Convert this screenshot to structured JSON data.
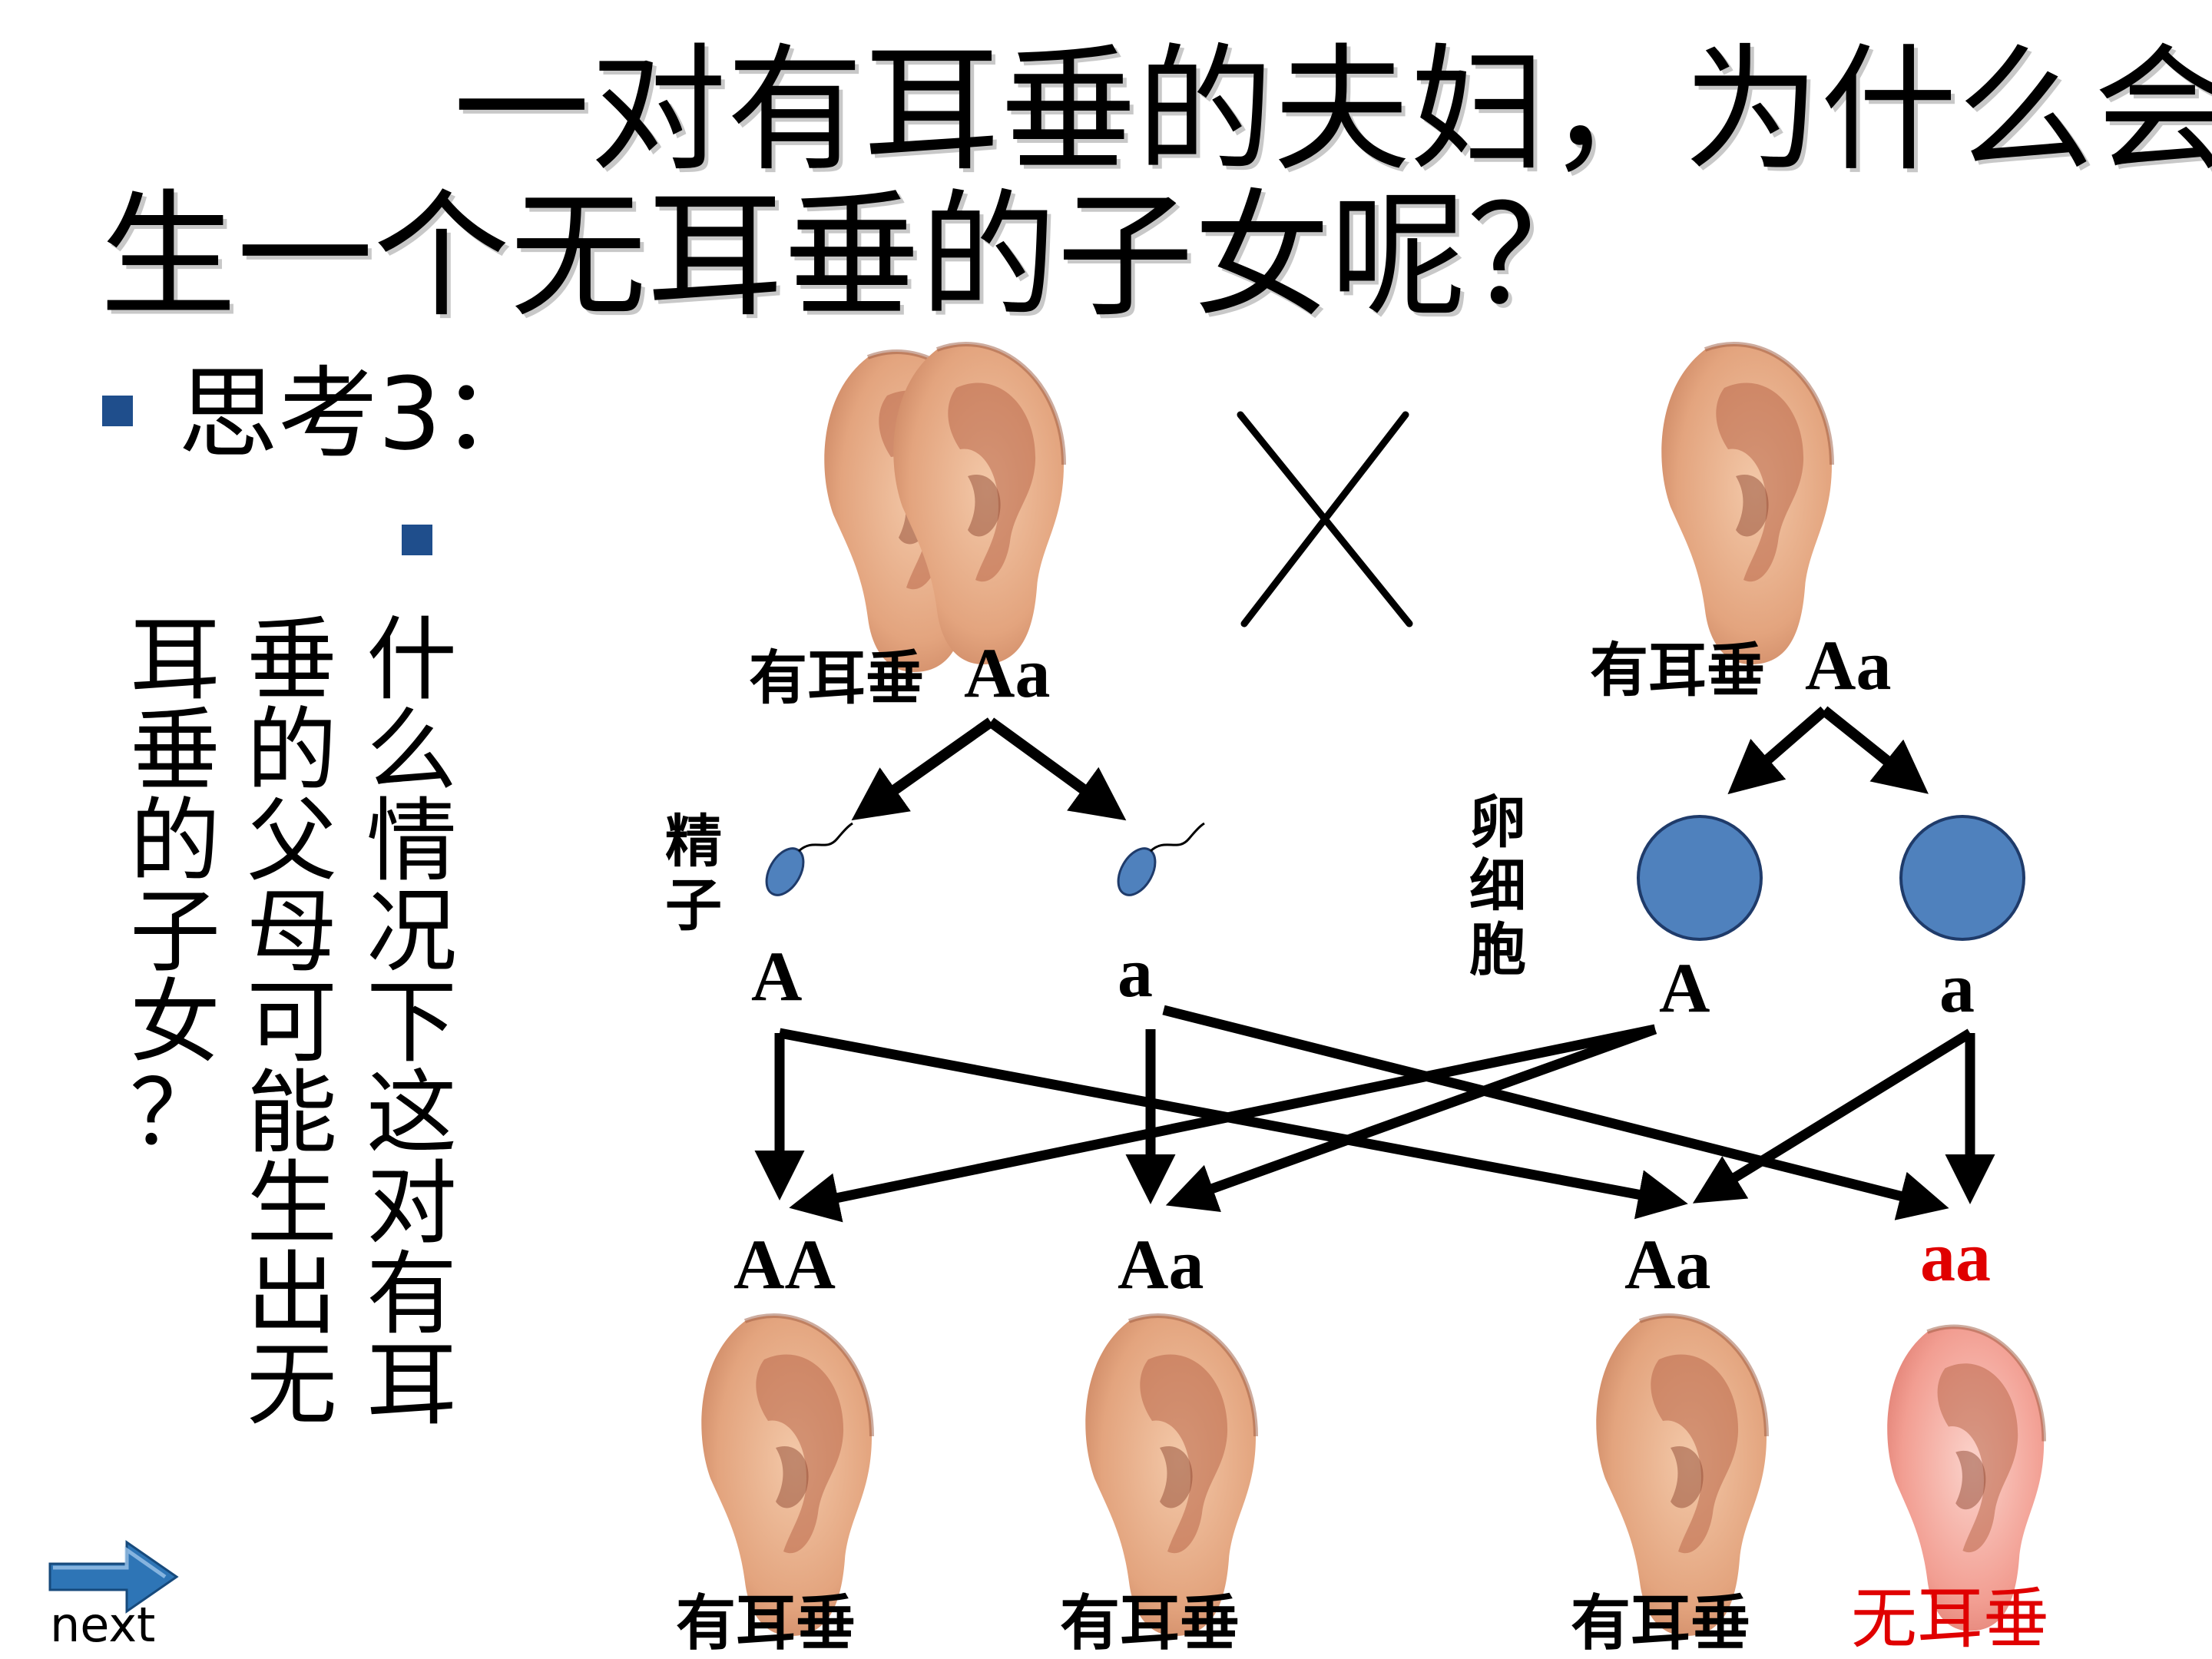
{
  "title": {
    "line1": "一对有耳垂的夫妇，为什么会",
    "line2": "生一个无耳垂的子女呢？"
  },
  "question": {
    "heading": "思考3：",
    "col1": "什么情况下这对有耳",
    "col2": "垂的父母可能生出无",
    "col3": "耳垂的子女？"
  },
  "parents": {
    "father": {
      "label": "有耳垂",
      "genotype": "Aa"
    },
    "mother": {
      "label": "有耳垂",
      "genotype": "Aa"
    }
  },
  "gametes": {
    "sperm_label": "精子",
    "egg_label": "卵细胞",
    "sperm": [
      "A",
      "a"
    ],
    "egg": [
      "A",
      "a"
    ]
  },
  "offspring": [
    {
      "genotype": "AA",
      "phenotype": "有耳垂"
    },
    {
      "genotype": "Aa",
      "phenotype": "有耳垂"
    },
    {
      "genotype": "Aa",
      "phenotype": "有耳垂"
    },
    {
      "genotype": "aa",
      "phenotype": "无耳垂"
    }
  ],
  "nav": {
    "next_label": "next"
  },
  "colors": {
    "recessive": "#e00000",
    "gamete_fill": "#4f81bd",
    "bullet": "#1f4e8c",
    "ear_skin": "#e9b28b",
    "ear_pink": "#f3a79b"
  },
  "icons": [
    "ear-icon",
    "sperm-icon",
    "egg-cell-icon",
    "cross-icon",
    "arrow-right-icon"
  ]
}
